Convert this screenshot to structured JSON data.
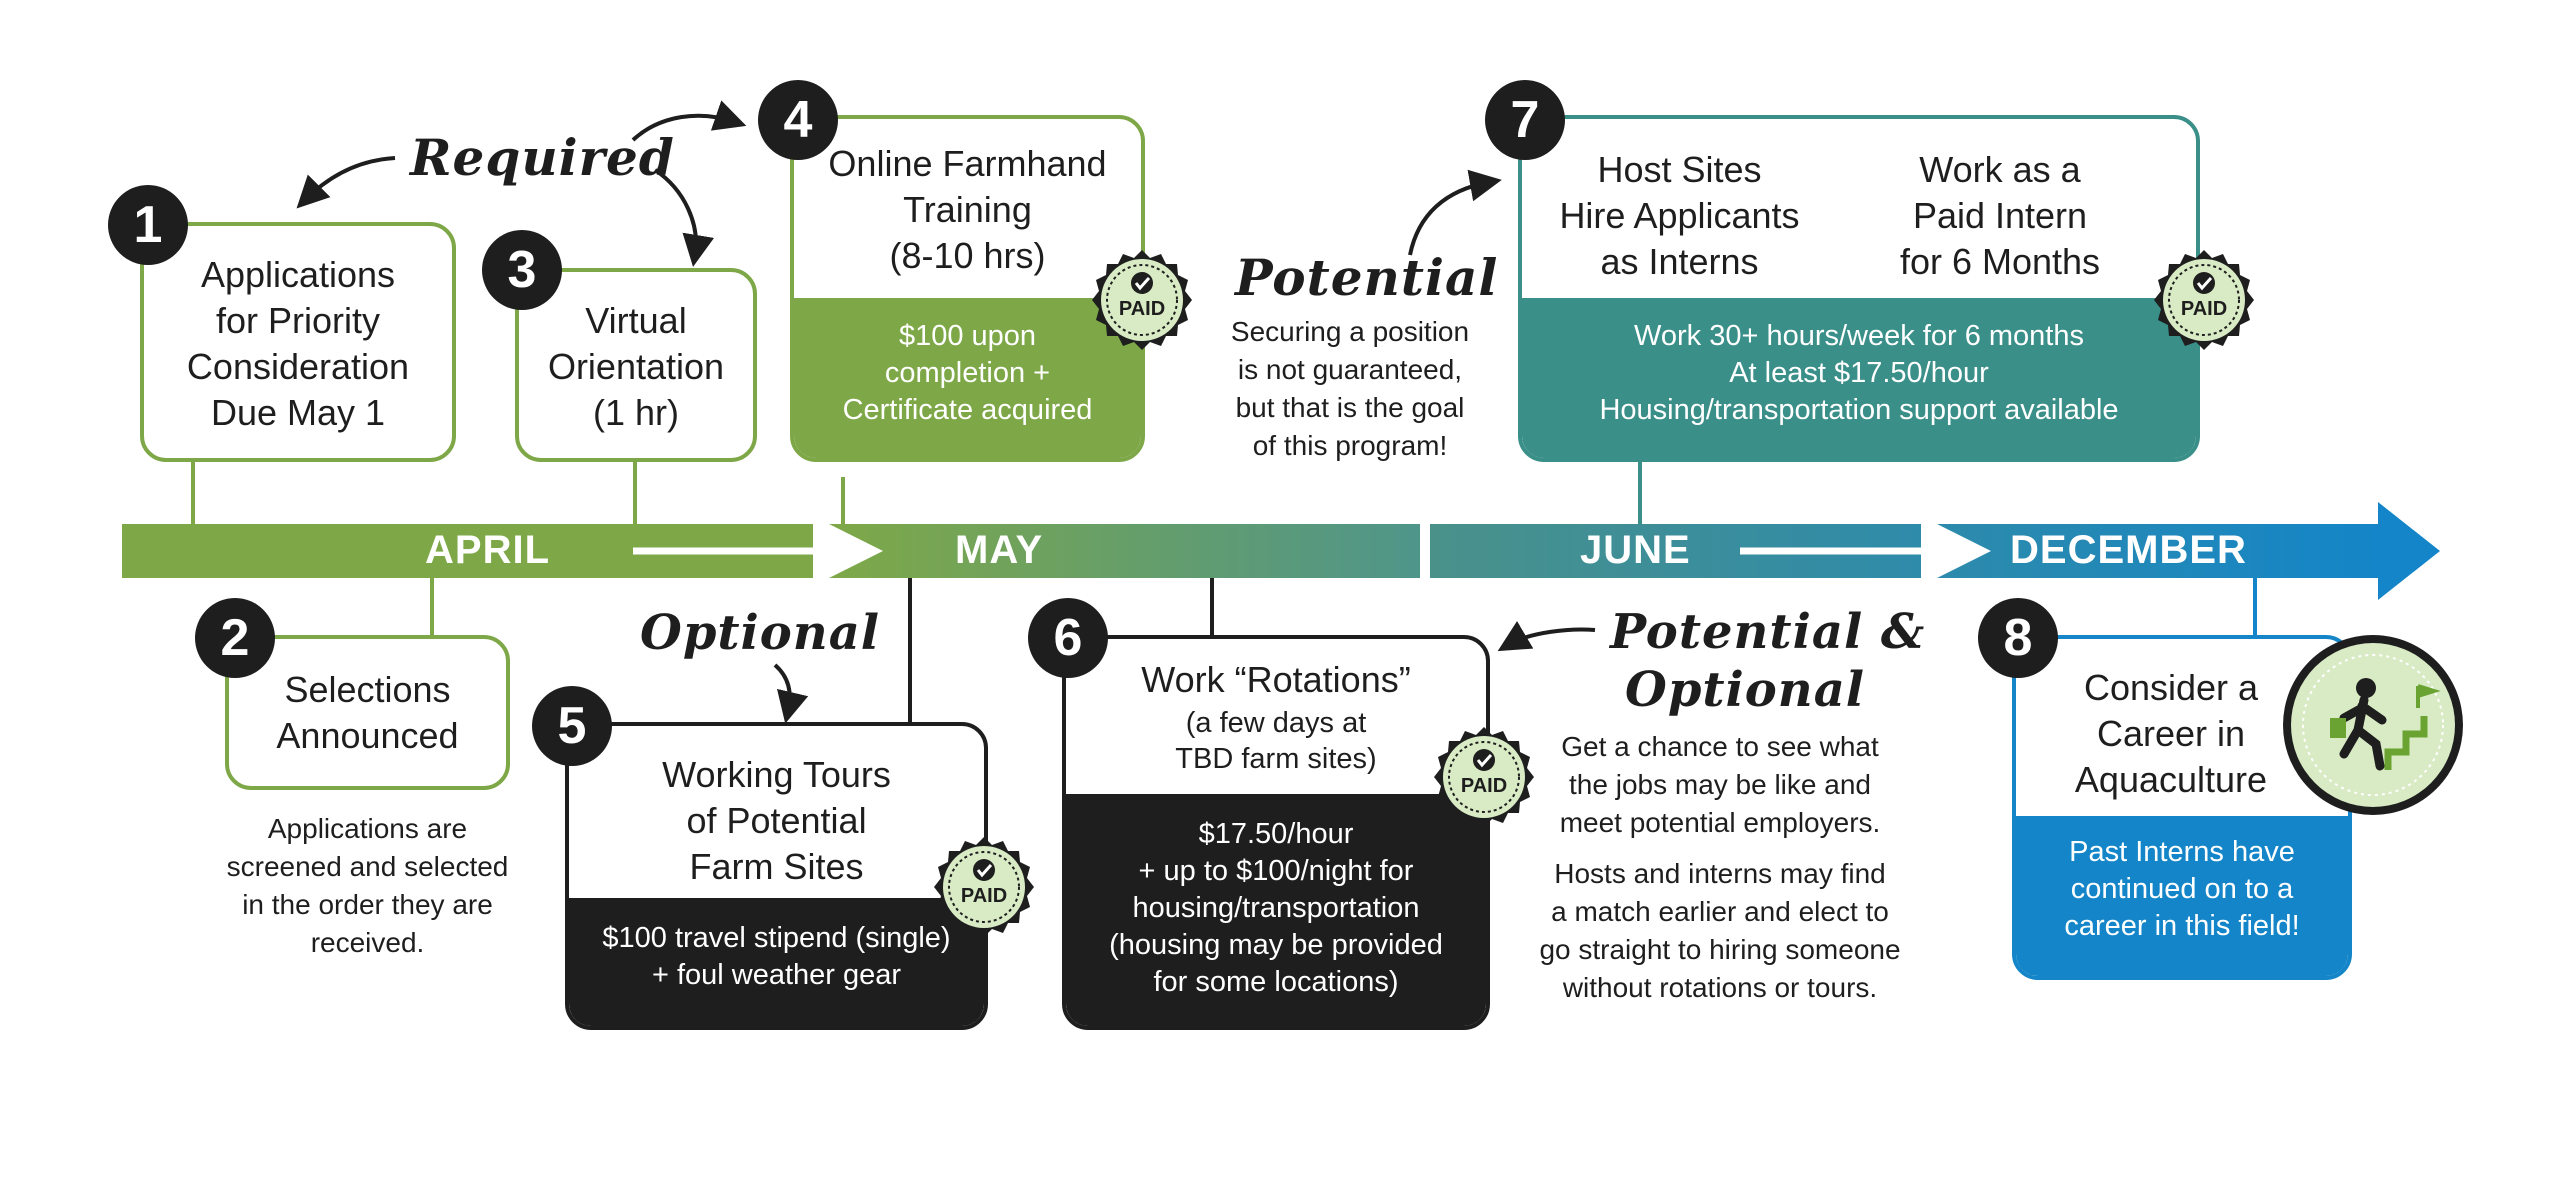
{
  "timeline": {
    "months": [
      "APRIL",
      "MAY",
      "JUNE",
      "DECEMBER"
    ],
    "colors": {
      "green": "#7ea848",
      "teal": "#3a8f89",
      "blue": "#1485c8",
      "dark": "#1e1e1e"
    }
  },
  "labels": {
    "required": "Required",
    "optional": "Optional",
    "potential": "Potential",
    "potential_optional_line1": "Potential &",
    "potential_optional_line2": "Optional"
  },
  "badge": {
    "paid": "PAID"
  },
  "steps": [
    {
      "number": "1",
      "lines": [
        "Applications",
        "for Priority",
        "Consideration",
        "Due May 1"
      ]
    },
    {
      "number": "2",
      "lines": [
        "Selections",
        "Announced"
      ],
      "note": [
        "Applications are",
        "screened and selected",
        "in the order they are",
        "received."
      ]
    },
    {
      "number": "3",
      "lines": [
        "Virtual",
        "Orientation",
        "(1 hr)"
      ]
    },
    {
      "number": "4",
      "lines": [
        "Online Farmhand",
        "Training",
        "(8-10 hrs)"
      ],
      "band": [
        "$100 upon",
        "completion +",
        "Certificate acquired"
      ]
    },
    {
      "number": "5",
      "lines": [
        "Working Tours",
        "of Potential",
        "Farm Sites"
      ],
      "band": [
        "$100 travel stipend (single)",
        "+ foul weather gear"
      ]
    },
    {
      "number": "6",
      "lines": [
        "Work “Rotations”"
      ],
      "sublines": [
        "(a few days at",
        "TBD farm sites)"
      ],
      "band": [
        "$17.50/hour",
        "+ up to $100/night for",
        "housing/transportation",
        "(housing may be provided",
        "for some locations)"
      ]
    },
    {
      "number": "7",
      "col1": [
        "Host Sites",
        "Hire Applicants",
        "as Interns"
      ],
      "col2": [
        "Work as a",
        "Paid Intern",
        "for 6 Months"
      ],
      "band": [
        "Work 30+ hours/week for 6 months",
        "At least $17.50/hour",
        "Housing/transportation support available"
      ]
    },
    {
      "number": "8",
      "lines": [
        "Consider a",
        "Career in",
        "Aquaculture"
      ],
      "band": [
        "Past Interns have",
        "continued on to a",
        "career in this field!"
      ]
    }
  ],
  "notes": {
    "potential": [
      "Securing a position",
      "is not guaranteed,",
      "but that is the goal",
      "of this program!"
    ],
    "potential_optional_a": [
      "Get a chance to see what",
      "the jobs may be like and",
      "meet potential employers."
    ],
    "potential_optional_b": [
      "Hosts and interns may find",
      "a match earlier and elect to",
      "go straight to hiring someone",
      "without rotations or tours."
    ]
  }
}
